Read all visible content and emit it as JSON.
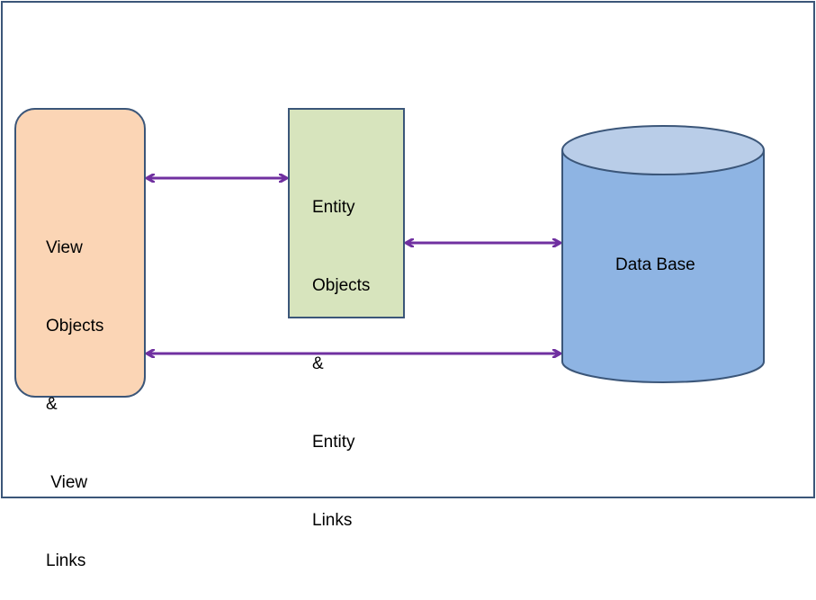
{
  "nodes": {
    "view": {
      "lines": [
        "View",
        "Objects",
        "&",
        " View",
        "Links"
      ]
    },
    "entity": {
      "lines": [
        "Entity",
        "Objects",
        "&",
        "Entity",
        "Links"
      ]
    },
    "database": {
      "label": "Data Base"
    }
  },
  "colors": {
    "frame_border": "#3b5679",
    "view_fill": "#fbd5b5",
    "entity_fill": "#d7e4bd",
    "database_body": "#8eb4e3",
    "database_top": "#b9cde8",
    "shape_border": "#3b5679",
    "arrow": "#7030a0"
  }
}
